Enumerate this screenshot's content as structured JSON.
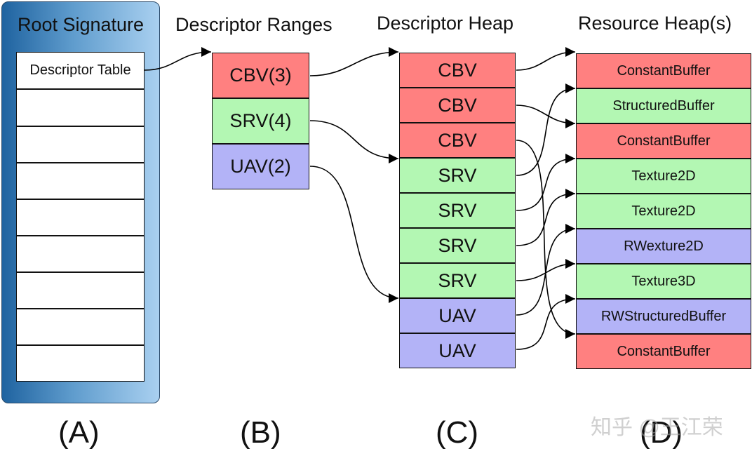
{
  "titles": {
    "root_signature": "Root Signature",
    "descriptor_ranges": "Descriptor Ranges",
    "descriptor_heap": "Descriptor Heap",
    "resource_heaps": "Resource Heap(s)"
  },
  "root_signature": {
    "descriptor_table": "Descriptor Table"
  },
  "ranges": [
    {
      "label": "CBV(3)",
      "kind": "cbv"
    },
    {
      "label": "SRV(4)",
      "kind": "srv"
    },
    {
      "label": "UAV(2)",
      "kind": "uav"
    }
  ],
  "heap": [
    {
      "label": "CBV",
      "kind": "cbv"
    },
    {
      "label": "CBV",
      "kind": "cbv"
    },
    {
      "label": "CBV",
      "kind": "cbv"
    },
    {
      "label": "SRV",
      "kind": "srv"
    },
    {
      "label": "SRV",
      "kind": "srv"
    },
    {
      "label": "SRV",
      "kind": "srv"
    },
    {
      "label": "SRV",
      "kind": "srv"
    },
    {
      "label": "UAV",
      "kind": "uav"
    },
    {
      "label": "UAV",
      "kind": "uav"
    }
  ],
  "resources": [
    {
      "label": "ConstantBuffer",
      "kind": "cbv"
    },
    {
      "label": "StructuredBuffer",
      "kind": "srv"
    },
    {
      "label": "ConstantBuffer",
      "kind": "cbv"
    },
    {
      "label": "Texture2D",
      "kind": "srv"
    },
    {
      "label": "Texture2D",
      "kind": "srv"
    },
    {
      "label": "RWexture2D",
      "kind": "uav"
    },
    {
      "label": "Texture3D",
      "kind": "srv"
    },
    {
      "label": "RWStructuredBuffer",
      "kind": "uav"
    },
    {
      "label": "ConstantBuffer",
      "kind": "cbv"
    }
  ],
  "captions": {
    "a": "(A)",
    "b": "(B)",
    "c": "(C)",
    "d": "(D)"
  },
  "watermark": "知乎 @王江荣",
  "colors": {
    "cbv": "#ff8080",
    "srv": "#b3f7b3",
    "uav": "#b3b3f7",
    "root_dark": "#1f63a0",
    "root_light": "#a9d0f0"
  }
}
